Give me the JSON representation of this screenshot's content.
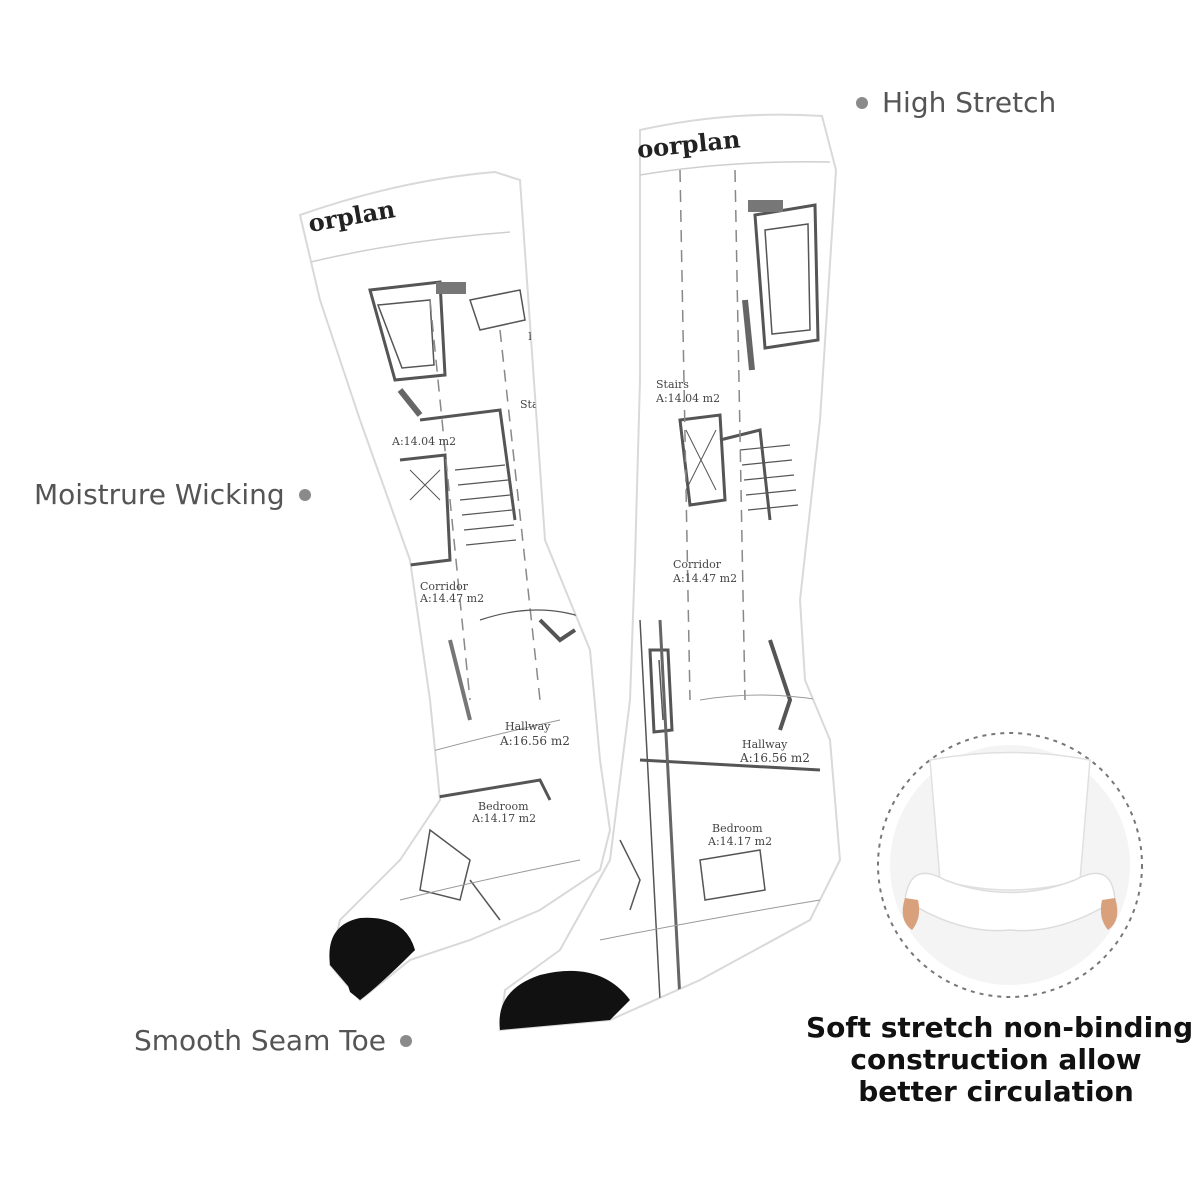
{
  "features": {
    "high_stretch": "High Stretch",
    "moisture_wicking": "Moistrure Wicking",
    "smooth_seam_toe": "Smooth Seam Toe"
  },
  "callout": {
    "line1": "Soft stretch non-binding",
    "line2": "construction allow",
    "line3": "better circulation"
  },
  "sock_print": {
    "title_left": "orplan",
    "title_right": "oorplan",
    "rooms": {
      "stairs": "Stairs",
      "stairs_area": "A:14.04 m2",
      "corridor": "Corridor",
      "corridor_area": "A:14.47 m2",
      "hallway": "Hallway",
      "hallway_area": "A:16.56 m2",
      "bedroom": "Bedroom",
      "bedroom_area": "A:14.17 m2"
    }
  },
  "colors": {
    "background": "#ffffff",
    "sock_body": "#ffffff",
    "toe": "#111111",
    "blueprint_line": "#555555",
    "feature_text": "#555555",
    "callout_text": "#111111"
  }
}
